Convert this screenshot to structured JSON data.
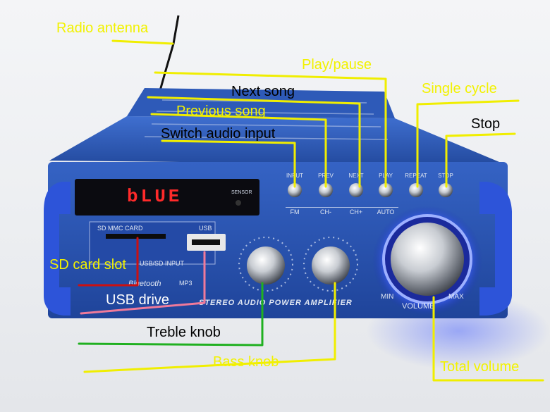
{
  "callouts": {
    "radio_antenna": "Radio antenna",
    "play_pause": "Play/pause",
    "next_song": "Next song",
    "previous_song": "Previous song",
    "switch_audio_input": "Switch audio input",
    "single_cycle": "Single cycle",
    "stop": "Stop",
    "sd_card_slot": "SD card slot",
    "usb_drive": "USB drive",
    "treble_knob": "Treble knob",
    "bass_knob": "Bass knob",
    "total_volume": "Total volume"
  },
  "device": {
    "display_text": "bLUE",
    "sensor_label": "SENSOR",
    "buttons": [
      {
        "top": "INPUT",
        "bottom": "FM"
      },
      {
        "top": "PREV",
        "bottom": "CH-"
      },
      {
        "top": "NEXT",
        "bottom": "CH+"
      },
      {
        "top": "PLAY",
        "bottom": "AUTO"
      },
      {
        "top": "REPEAT",
        "bottom": ""
      },
      {
        "top": "STOP",
        "bottom": ""
      }
    ],
    "sd_label": "SD MMC CARD",
    "usb_label": "USB",
    "input_label": "USB/SD INPUT",
    "bluetooth_label": "Bluetooth",
    "mp3_label": "MP3",
    "amp_label": "STEREO AUDIO POWER AMPLIFIER",
    "volume_label": "VOLUME",
    "min_label": "MIN",
    "max_label": "MAX"
  },
  "colors": {
    "callout_text": "#000000",
    "callout_text_light": "#f2f200",
    "yellow_line": "#f0ee00",
    "red_line": "#cc1010",
    "pink_line": "#f07a9a",
    "green_line": "#20b020",
    "panel_blue": "#2b57b8",
    "display_red": "#ff2a2a",
    "volume_glow": "#5a78ff"
  }
}
